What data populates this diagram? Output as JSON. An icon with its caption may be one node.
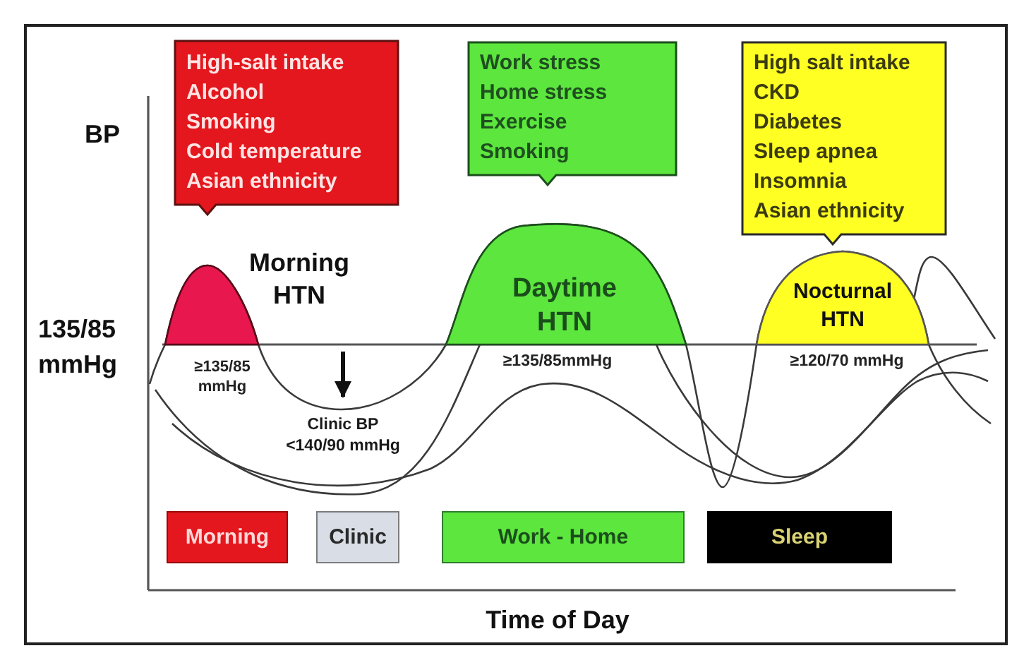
{
  "diagram": {
    "nodes": [
      {
        "text": [
          "High-salt intake",
          "Alcohol",
          "Smoking",
          "Cold temperature",
          "Asian ethnicity"
        ]
      },
      {
        "text": [
          "Work stress",
          "Home stress",
          "Exercise",
          "Smoking"
        ]
      },
      {
        "text": [
          "High salt intake",
          "CKD",
          "Diabetes",
          "Sleep apnea",
          "Insomnia",
          "Asian ethnicity"
        ]
      },
      {
        "text": [
          "Morning HTN"
        ],
        "beside": [
          "≥135/85 mmHg"
        ]
      },
      {
        "text": [
          "Daytime HTN"
        ],
        "beside": [
          "≥135/85mmHg"
        ]
      },
      {
        "text": [
          "Nocturnal HTN"
        ],
        "beside": [
          "≥120/70 mmHg"
        ]
      },
      {
        "text": [
          "Clinic BP <140/90 mmHg"
        ]
      },
      {
        "text": [
          "Morning"
        ]
      },
      {
        "text": [
          "Clinic"
        ]
      },
      {
        "text": [
          "Work - Home"
        ]
      },
      {
        "text": [
          "Sleep"
        ]
      }
    ],
    "edges": [
      {
        "from": null,
        "to": 6,
        "arrow": "to"
      }
    ],
    "labels": [
      "BP",
      "135/85 mmHg",
      "Time of Day"
    ]
  }
}
